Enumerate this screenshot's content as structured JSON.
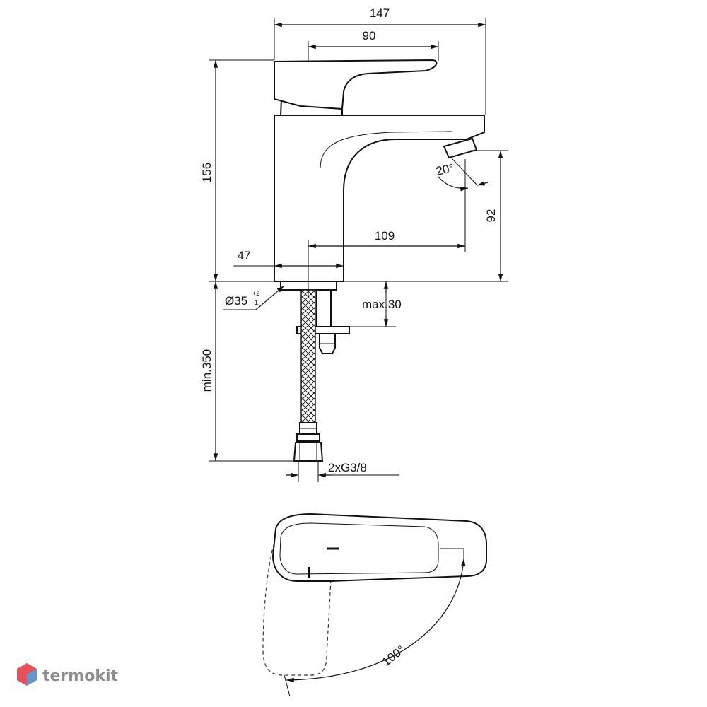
{
  "dimensions": {
    "overall_width": "147",
    "lever_length": "90",
    "overall_height": "156",
    "spout_height": "92",
    "spout_reach": "109",
    "body_offset": "47",
    "hole_diameter": "Ø35",
    "hole_tol_plus": "+2",
    "hole_tol_minus": "-1",
    "deck_thickness": "max.30",
    "hose_length": "min.350",
    "connection": "2xG3/8",
    "spout_angle": "20°",
    "lever_rotation": "100°"
  },
  "brand": {
    "name": "termokit",
    "logo_colors": [
      "#e8505b",
      "#4aa3df"
    ]
  }
}
